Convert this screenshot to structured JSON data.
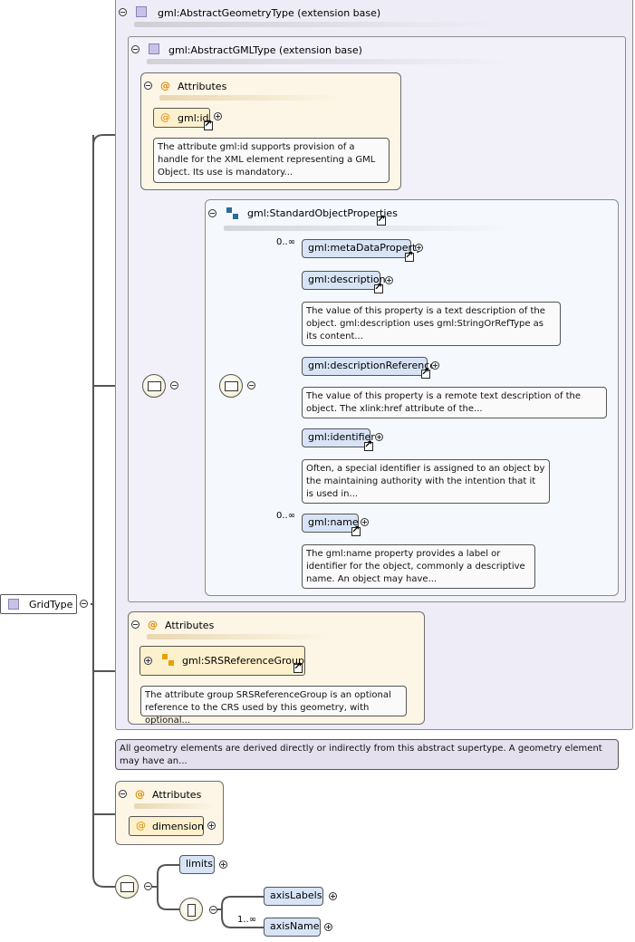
{
  "root": {
    "label": "GridType"
  },
  "ext_geometry": {
    "title": "gml:AbstractGeometryType (extension base)",
    "doc": "All geometry elements are derived directly or indirectly from this abstract supertype. A geometry element may have an..."
  },
  "ext_gml": {
    "title": "gml:AbstractGMLType (extension base)"
  },
  "attrs1": {
    "title": "Attributes",
    "item": "gml:id",
    "doc": "The attribute gml:id supports provision of a handle for the XML element representing a GML Object. Its use is mandatory..."
  },
  "std": {
    "title": "gml:StandardObjectProperties",
    "elements": [
      {
        "name": "gml:metaDataProperty",
        "occ": "0..∞",
        "doc": ""
      },
      {
        "name": "gml:description",
        "occ": "",
        "doc": "The value of this property is a text description of the object. gml:description uses gml:StringOrRefType as its content..."
      },
      {
        "name": "gml:descriptionReference",
        "occ": "",
        "doc": "The value of this property is a remote text description of the object. The xlink:href attribute of the..."
      },
      {
        "name": "gml:identifier",
        "occ": "",
        "doc": "Often, a special identifier is assigned to an object by the maintaining authority with the intention that it is used in..."
      },
      {
        "name": "gml:name",
        "occ": "0..∞",
        "doc": "The gml:name property provides a label or identifier for the object, commonly a descriptive name. An object may have..."
      }
    ]
  },
  "attrs2": {
    "title": "Attributes",
    "item": "gml:SRSReferenceGroup",
    "doc": "The attribute group SRSReferenceGroup is an optional reference to the CRS used by this geometry, with optional..."
  },
  "attrs3": {
    "title": "Attributes",
    "item": "dimension"
  },
  "seq": {
    "limits": "limits",
    "axisLabels": "axisLabels",
    "axisName": "axisName",
    "axisName_occ": "1..∞"
  },
  "colors": {
    "element_fill": "#d8e4f6",
    "attribute_fill": "#fdf0cc",
    "attributes_panel": "#fdf6e6",
    "extension_panel": "#eeecf6"
  }
}
